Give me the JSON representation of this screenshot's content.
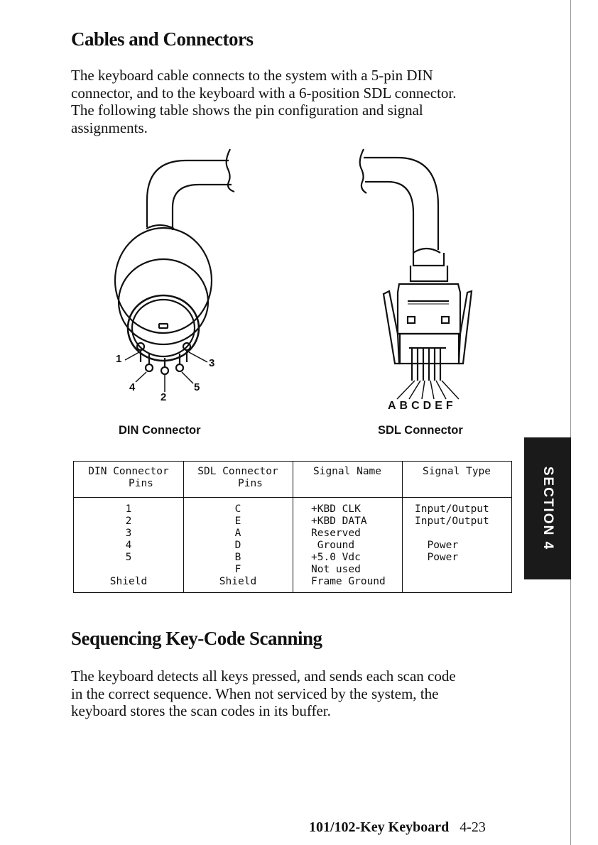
{
  "headings": {
    "cables": "Cables and Connectors",
    "sequencing": "Sequencing Key-Code Scanning"
  },
  "intro_lines": [
    "The keyboard cable connects to the system with a 5-pin DIN",
    "connector, and to the keyboard with a 6-position SDL connector.",
    "The following table shows the pin configuration and signal",
    "assignments."
  ],
  "diagram": {
    "din_caption": "DIN Connector",
    "sdl_caption": "SDL Connector",
    "din_pins": {
      "p1": "1",
      "p2": "2",
      "p3": "3",
      "p4": "4",
      "p5": "5"
    },
    "sdl_letters": "ABCDEF"
  },
  "table": {
    "headers": [
      "DIN Connector\n    Pins",
      "SDL Connector\n    Pins",
      "Signal Name",
      "Signal Type"
    ],
    "din_pins": "1\n2\n3\n4\n5\n\nShield",
    "sdl_pins": "C\nE\nA\nD\nB\nF\nShield",
    "signal_names": "+KBD CLK\n+KBD DATA\nReserved\n Ground\n+5.0 Vdc\nNot used\nFrame Ground",
    "signal_types": "Input/Output\nInput/Output\n\n  Power\n  Power"
  },
  "sequencing_lines": [
    "The keyboard detects all keys pressed, and sends each scan code",
    "in the correct sequence.  When not serviced by the system, the",
    "keyboard stores the scan codes in its buffer."
  ],
  "section_tab": "SECTION 4",
  "footer": {
    "title": "101/102-Key Keyboard",
    "page": "4-23"
  }
}
